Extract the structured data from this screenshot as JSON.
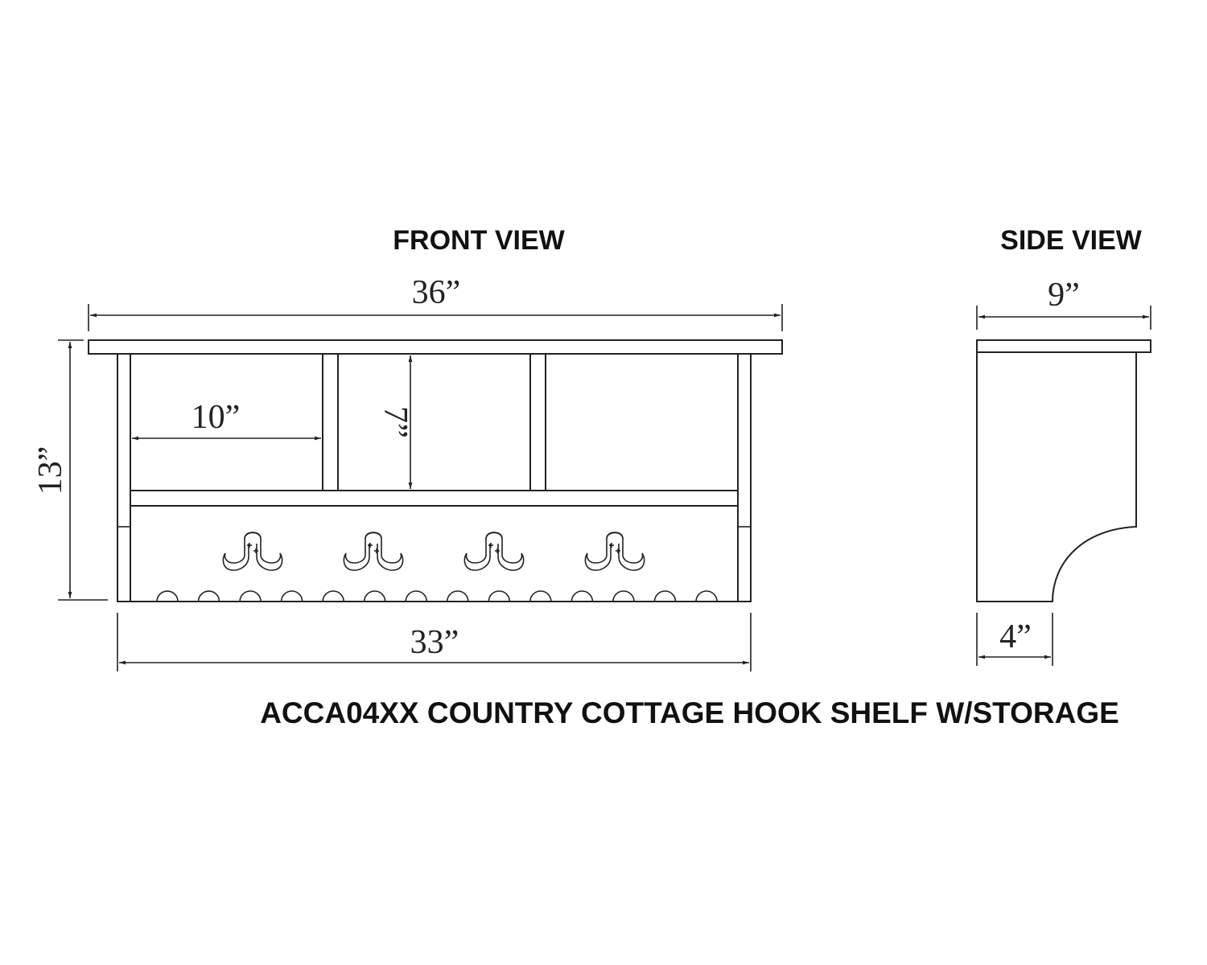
{
  "front_view": {
    "title": "FRONT VIEW",
    "dims": {
      "overall_width": "36”",
      "bottom_width": "33”",
      "compartment_width": "10”",
      "compartment_height": "7”",
      "height": "13”"
    },
    "hook_count": 4,
    "scallop_count": 14
  },
  "side_view": {
    "title": "SIDE VIEW",
    "dims": {
      "depth": "9”",
      "bottom_depth": "4”"
    }
  },
  "caption": "ACCA04XX COUNTRY COTTAGE HOOK SHELF W/STORAGE",
  "colors": {
    "line": "#222222",
    "background": "#ffffff"
  }
}
